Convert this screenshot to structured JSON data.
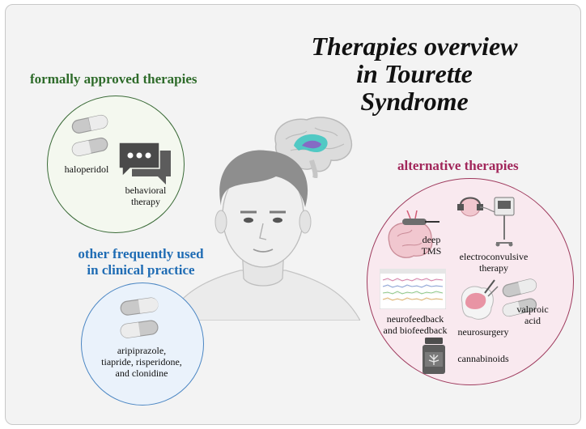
{
  "title": {
    "line1": "Therapies overview",
    "line2": "in Tourette",
    "line3": "Syndrome"
  },
  "approved": {
    "heading": "formally approved therapies",
    "items": {
      "haloperidol": "haloperidol",
      "behavioral_line1": "behavioral",
      "behavioral_line2": "therapy"
    }
  },
  "other": {
    "heading_line1": "other frequently used",
    "heading_line2": "in clinical practice",
    "items": {
      "line1": "aripiprazole,",
      "line2": "tiapride, risperidone,",
      "line3": "and clonidine"
    }
  },
  "alternative": {
    "heading": "alternative therapies",
    "items": {
      "dtms_line1": "deep",
      "dtms_line2": "TMS",
      "ect_line1": "electroconvulsive",
      "ect_line2": "therapy",
      "nf_line1": "neurofeedback",
      "nf_line2": "and biofeedback",
      "valproic_line1": "valproic",
      "valproic_line2": "acid",
      "neurosurgery": "neurosurgery",
      "cannabinoids": "cannabinoids"
    }
  },
  "colors": {
    "approved": "#3b6b38",
    "other": "#4b86c3",
    "alternative": "#9e3a5d"
  },
  "icons": [
    "brain-icon",
    "person-illustration",
    "pill-icon",
    "chat-bubbles-icon",
    "deep-tms-icon",
    "ect-machine-icon",
    "eeg-chart-icon",
    "neurosurgery-icon",
    "cannabinoid-bottle-icon"
  ]
}
